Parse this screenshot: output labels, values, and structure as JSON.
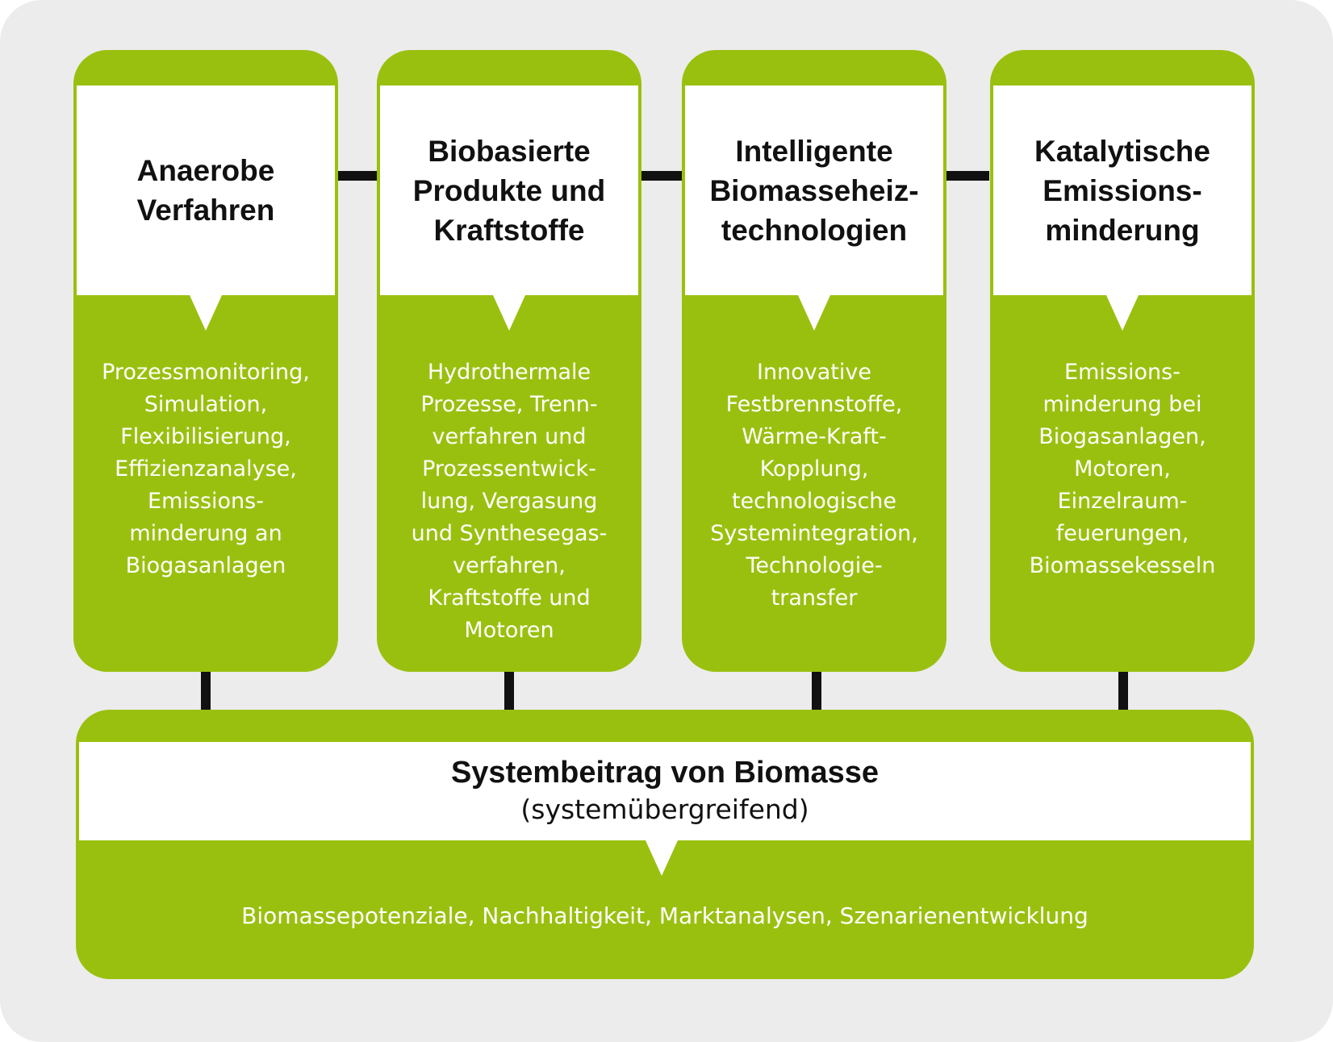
{
  "colors": {
    "accent": "#9ac00f",
    "background": "#ececec",
    "box": "#ffffff",
    "connector": "#111111"
  },
  "areas": [
    {
      "title": "Anaerobe\nVerfahren",
      "topics": "Prozessmonitoring,\nSimulation,\nFlexibilisierung,\nEffizienzanalyse,\nEmissions-\nminderung an\nBiogasanlagen"
    },
    {
      "title": "Biobasierte\nProdukte und\nKraftstoffe",
      "topics": "Hydrothermale\nProzesse, Trenn-\nverfahren und\nProzessentwick-\nlung, Vergasung\nund Synthesegas-\nverfahren,\nKraftstoffe und\nMotoren"
    },
    {
      "title": "Intelligente\nBiomasseheiz-\ntechnologien",
      "topics": "Innovative\nFestbrennstoffe,\nWärme-Kraft-\nKopplung,\ntechnologische\nSystemintegration,\nTechnologie-\ntransfer"
    },
    {
      "title": "Katalytische\nEmissions-\nminderung",
      "topics": "Emissions-\nminderung bei\nBiogasanlagen,\nMotoren,\nEinzelraum-\nfeuerungen,\nBiomassekesseln"
    }
  ],
  "system": {
    "title": "Systembeitrag von Biomasse",
    "subtitle": "(systemübergreifend)",
    "topics": "Biomassepotenziale, Nachhaltigkeit, Marktanalysen, Szenarienentwicklung"
  }
}
